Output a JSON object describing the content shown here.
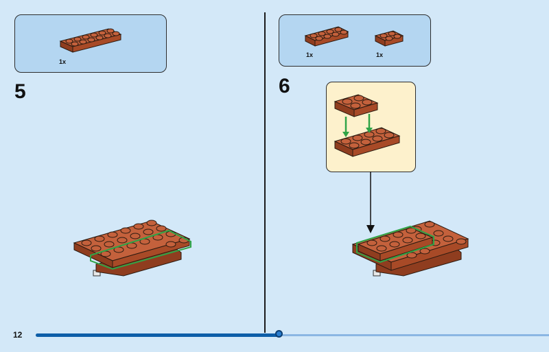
{
  "page": {
    "number": "12"
  },
  "steps": [
    {
      "number": "5",
      "parts": [
        {
          "qty": "1x"
        }
      ]
    },
    {
      "number": "6",
      "parts": [
        {
          "qty": "1x"
        },
        {
          "qty": "1x"
        }
      ]
    }
  ],
  "progress": {
    "fraction": 0.5
  },
  "colors": {
    "background": "#d3e8f8",
    "parts_box": "#b4d6f1",
    "callout": "#fdf1cc",
    "brick": "#b5532f",
    "highlight": "#2fa447",
    "progress": "#0d5ea8"
  }
}
